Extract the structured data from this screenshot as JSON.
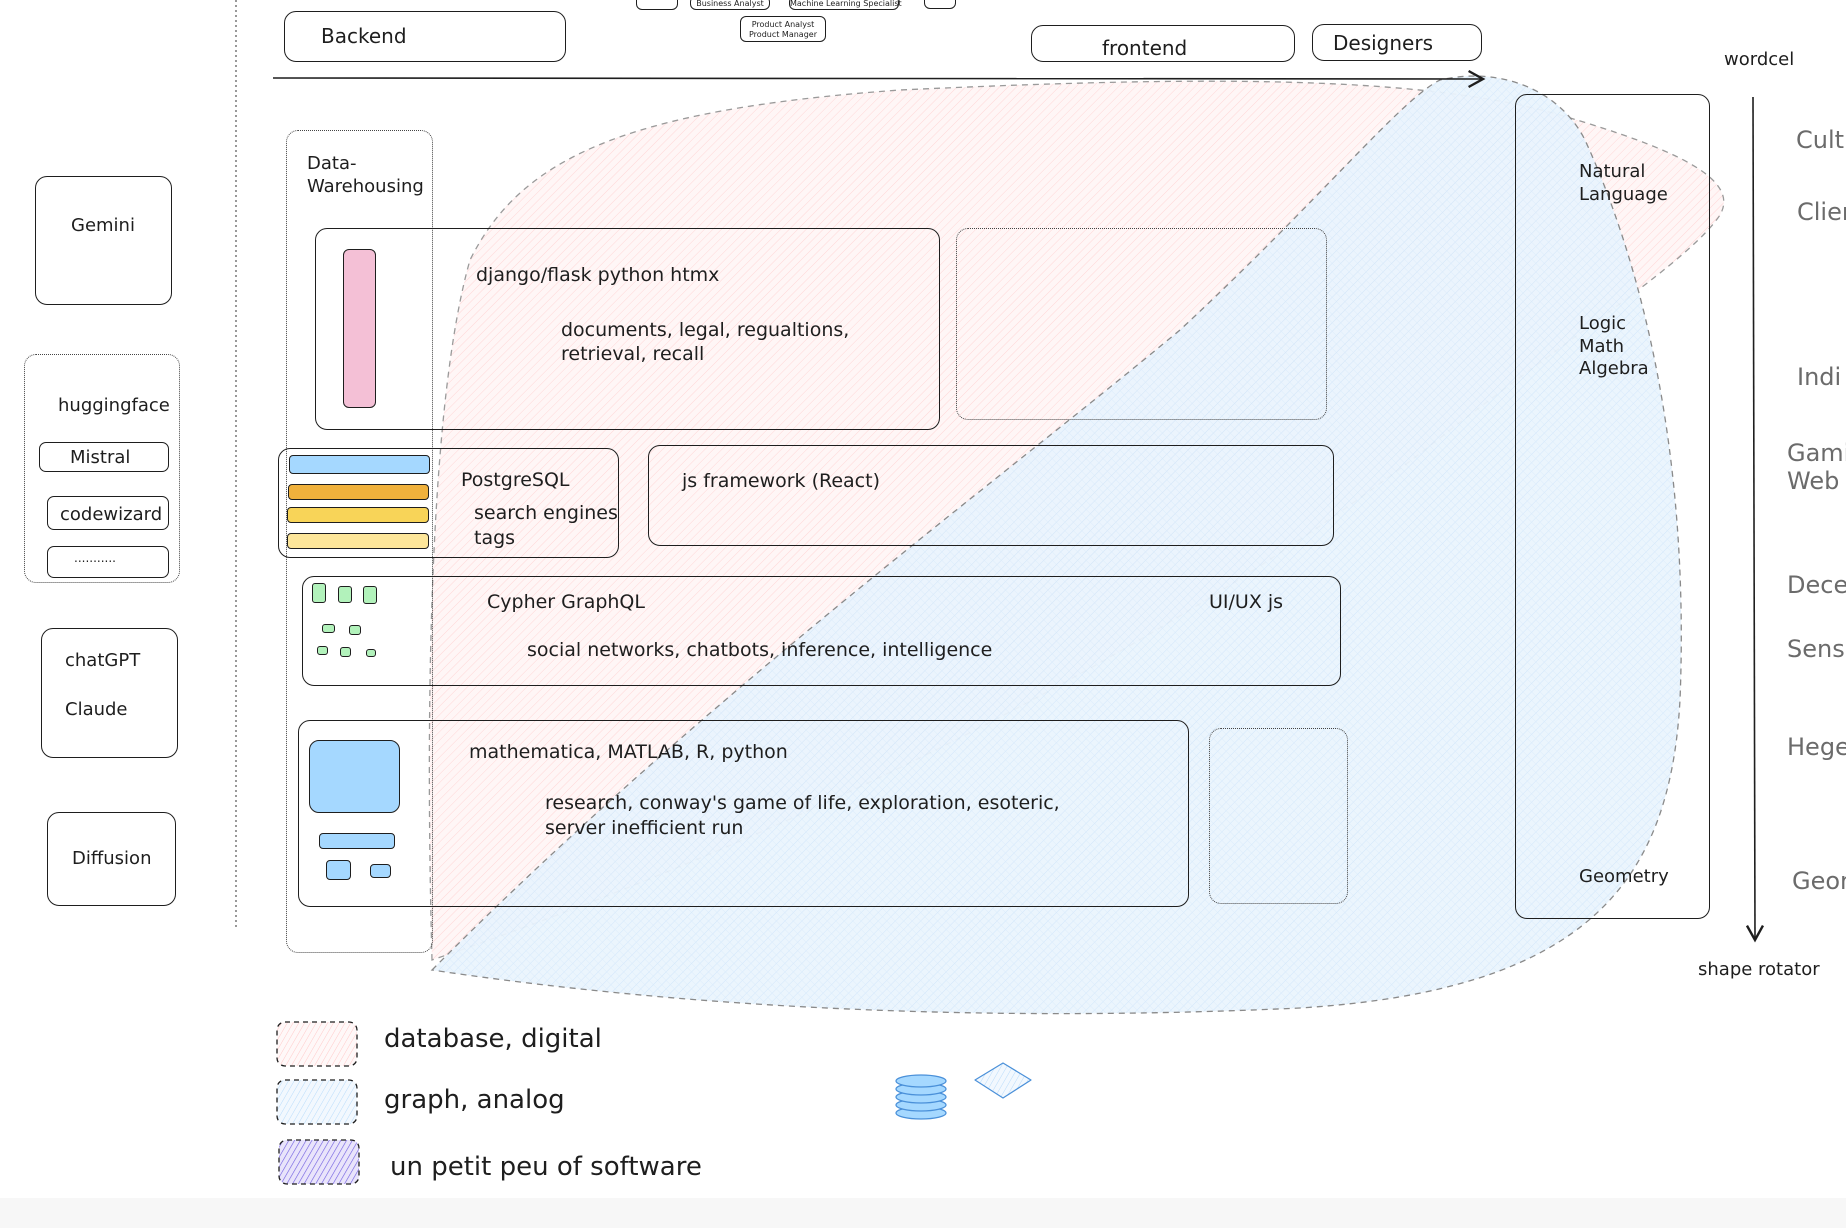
{
  "colors": {
    "database_fill": "#ffc9c9",
    "graph_fill": "#a5d8ff",
    "software_fill": "#7048e8",
    "pink_bar": "#f4c0d6",
    "blue_block": "#a5d8ff",
    "orange_bar": "#f0b13c",
    "yellow_bar": "#f8d458",
    "light_yellow_bar": "#fde69a",
    "green_node": "#b2f2bb"
  },
  "top_roles": {
    "row1": [
      "",
      "Business Analyst",
      "Machine Learning Specialist",
      ""
    ],
    "product": [
      "Product Analyst",
      "Product Manager"
    ]
  },
  "header": {
    "backend": "Backend",
    "frontend": "frontend",
    "designers": "Designers"
  },
  "axis": {
    "top_label": "wordcel",
    "bottom_label": "shape rotator"
  },
  "models": {
    "gemini": "Gemini",
    "huggingface": "huggingface",
    "hf_items": [
      "Mistral",
      "codewizard",
      "..........."
    ],
    "chat": [
      "chatGPT",
      "Claude"
    ],
    "diffusion": "Diffusion"
  },
  "data_warehousing": "Data-\nWarehousing",
  "rows": {
    "django": {
      "title": "django/flask python htmx",
      "desc": [
        "documents, legal, regualtions,",
        "retrieval, recall"
      ]
    },
    "postgres": {
      "title": "PostgreSQL",
      "lines": [
        "search engines",
        "tags"
      ]
    },
    "js": {
      "title": "js framework (React)"
    },
    "cypher": {
      "title": "Cypher GraphQL",
      "desc": "social networks, chatbots, inference, intelligence",
      "right": "UI/UX js"
    },
    "math": {
      "title": "mathematica, MATLAB, R, python",
      "desc": [
        "research, conway's game of life, exploration, esoteric,",
        "server inefficient run"
      ]
    }
  },
  "spectrum": {
    "natural_language": [
      "Natural",
      "Language"
    ],
    "logic": [
      "Logic",
      "Math",
      "Algebra"
    ],
    "geometry": "Geometry"
  },
  "right_labels": [
    {
      "text": "Cult"
    },
    {
      "text": "Clien"
    },
    {
      "text": "Indi"
    },
    {
      "text": "Gami\nWeb"
    },
    {
      "text": "Dece"
    },
    {
      "text": "Sens"
    },
    {
      "text": "Hege"
    },
    {
      "text": "Geon"
    }
  ],
  "legend": [
    {
      "label": "database, digital",
      "color": "#ffc9c9"
    },
    {
      "label": "graph, analog",
      "color": "#a5d8ff"
    },
    {
      "label": "un petit peu of software",
      "color": "#7048e8"
    }
  ],
  "icons": [
    "database-stack-icon",
    "diamond-icon"
  ]
}
